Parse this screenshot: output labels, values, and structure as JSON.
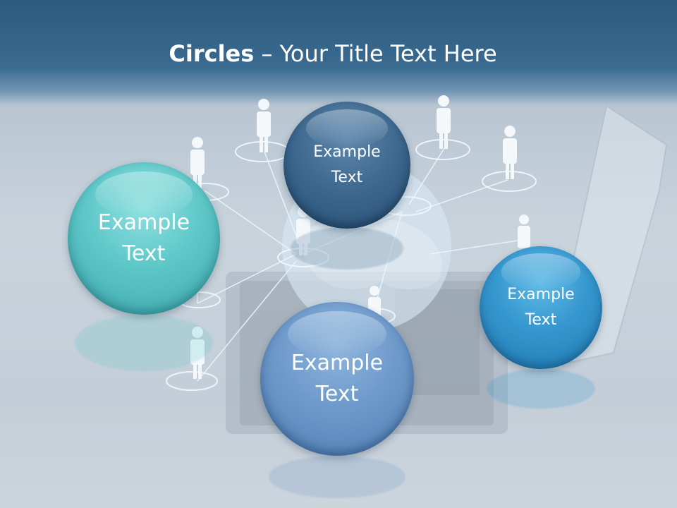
{
  "slide": {
    "title_strong": "Circles",
    "title_rest": " – Your Title Text Here"
  },
  "circles": [
    {
      "label": "Example\nText",
      "color": "#5ec7c8"
    },
    {
      "label": "Example\nText",
      "color": "#3c678e"
    },
    {
      "label": "Example\nText",
      "color": "#6e9acb"
    },
    {
      "label": "Example\nText",
      "color": "#3597cf"
    }
  ]
}
